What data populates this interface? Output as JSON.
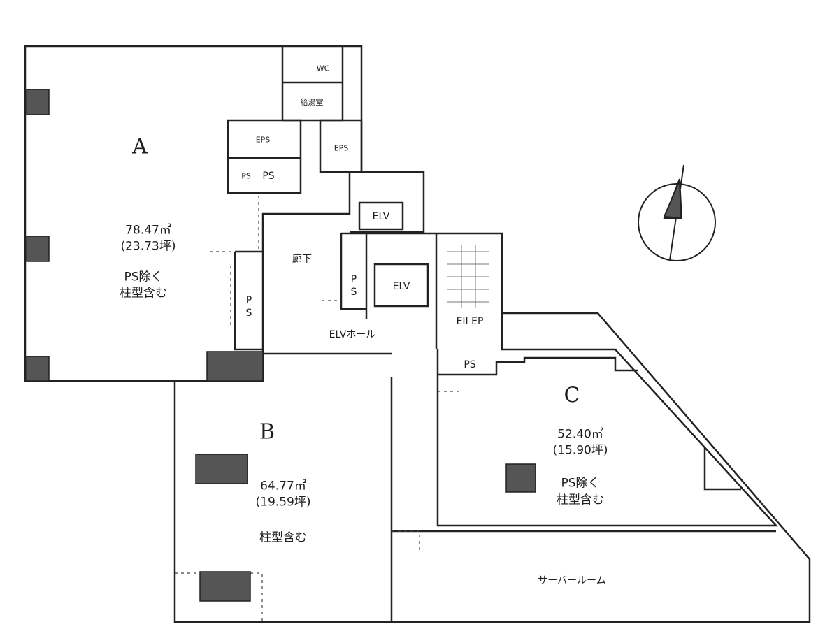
{
  "rooms": {
    "a": {
      "letter": "A",
      "area_m2": "78.47㎡",
      "area_tsubo": "(23.73坪)",
      "note_1": "PS除く",
      "note_2": "柱型含む"
    },
    "b": {
      "letter": "B",
      "area_m2": "64.77㎡",
      "area_tsubo": "(19.59坪)",
      "note_1": "柱型含む"
    },
    "c": {
      "letter": "C",
      "area_m2": "52.40㎡",
      "area_tsubo": "(15.90坪)",
      "note_1": "PS除く",
      "note_2": "柱型含む"
    }
  },
  "labels": {
    "corridor": "廊下",
    "elv_hall": "ELVホール",
    "elv_small": "ELV",
    "elv_main": "ELV",
    "ps_1": "PS",
    "ps_2": "PS",
    "ps_3": "PS",
    "ps_4": "PS",
    "eps": "EPS",
    "stair": "EII EP",
    "server_room": "サーバールーム",
    "wc": "WC",
    "pantry": "給湯室",
    "closet": "EPS",
    "pipe_space": "PS"
  },
  "compass": {
    "icon": "north-arrow-icon",
    "direction": "north-up-slightly-right"
  }
}
